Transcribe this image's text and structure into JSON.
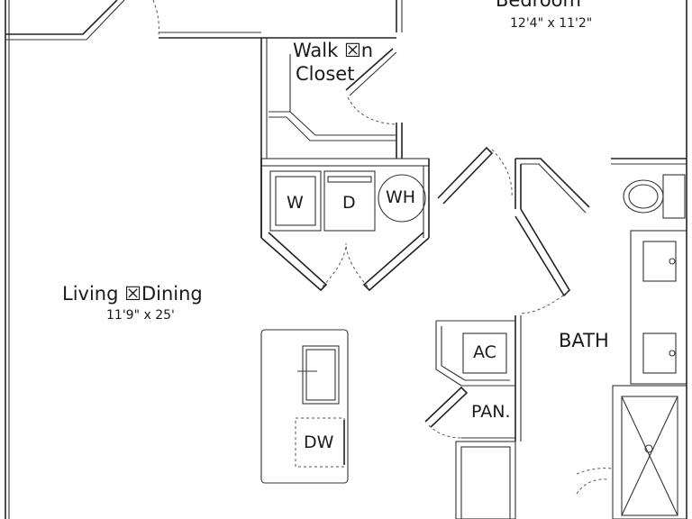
{
  "rooms": {
    "bedroom": {
      "name": "Bedroom",
      "dims": "12'4\" x 11'2\""
    },
    "closet": {
      "line1": "Walk ☒n",
      "line2": "Closet"
    },
    "living": {
      "name": "Living ☒Dining",
      "dims": "11'9\" x 25'"
    },
    "bath": {
      "name": "BATH"
    }
  },
  "fixtures": {
    "washer": "W",
    "dryer": "D",
    "water_heater": "WH",
    "ac": "AC",
    "pantry": "PAN.",
    "dishwasher": "DW"
  }
}
